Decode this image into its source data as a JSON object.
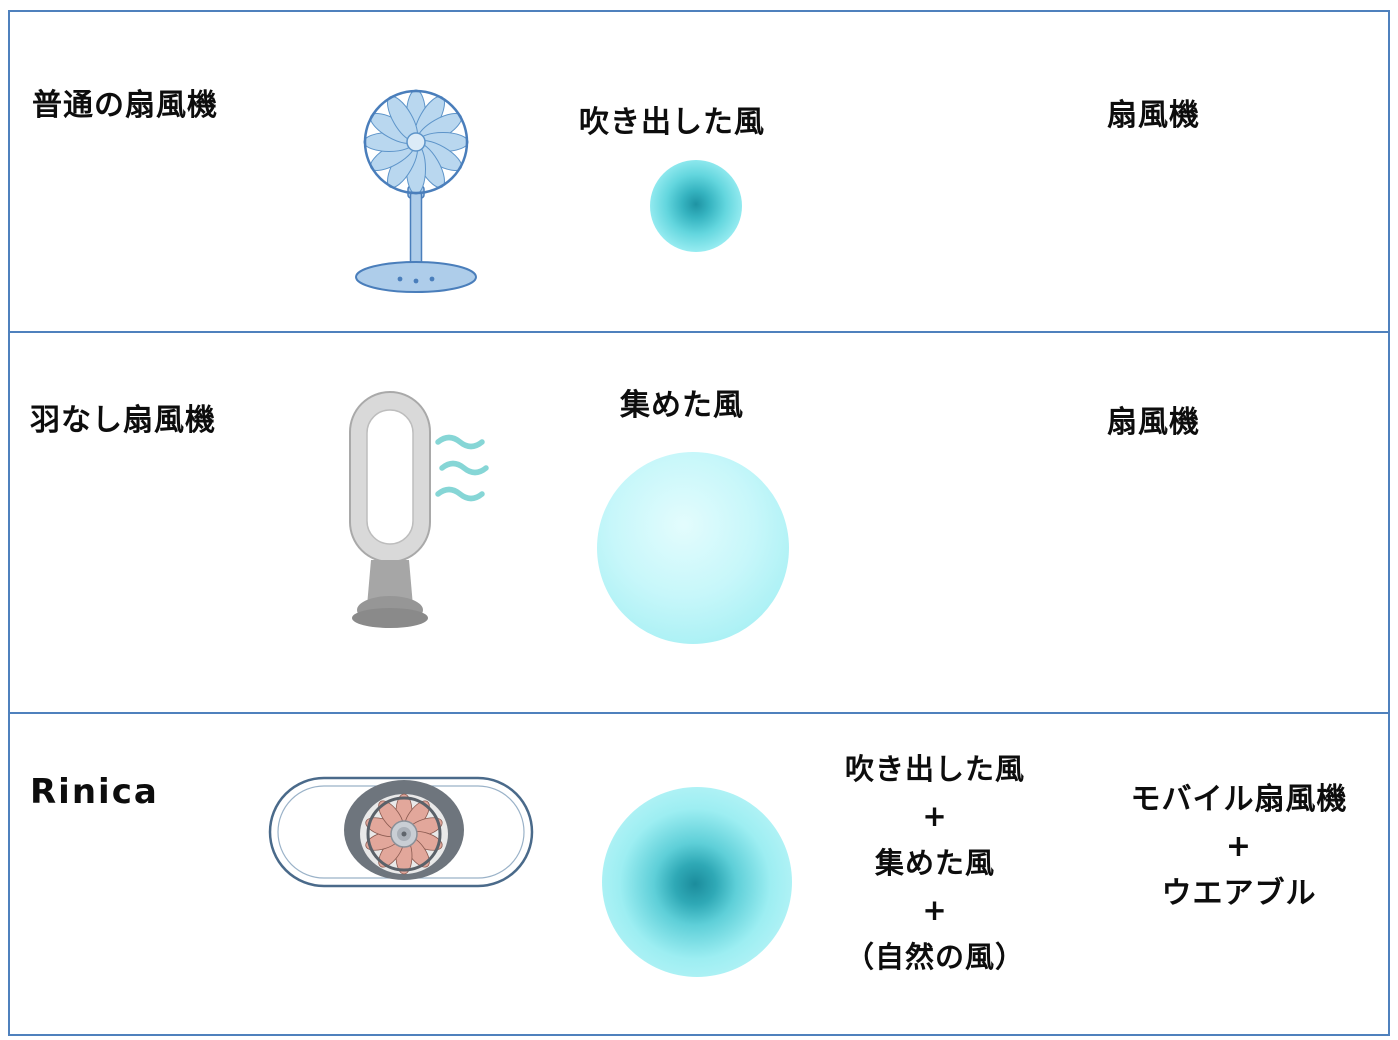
{
  "diagram": {
    "rows": [
      {
        "id": "ordinary-fan",
        "label": "普通の扇風機",
        "wind_label": "吹き出した風",
        "category": "扇風機",
        "illustration": "pedestal-fan"
      },
      {
        "id": "bladeless-fan",
        "label": "羽なし扇風機",
        "wind_label": "集めた風",
        "category": "扇風機",
        "illustration": "bladeless-fan"
      },
      {
        "id": "rinica",
        "label": "Rinica",
        "wind_lines": [
          "吹き出した風",
          "+",
          "集めた風",
          "+",
          "（自然の風）"
        ],
        "category_lines": [
          "モバイル扇風機",
          "+",
          "ウエアブル"
        ],
        "illustration": "rinica-device"
      }
    ],
    "colors": {
      "border": "#4f81bd",
      "wind_core": "#1f9aaa",
      "wind_light": "#b9f4f8",
      "fan_blue": "#aecdea",
      "fan_outline": "#4a7ebb"
    }
  }
}
